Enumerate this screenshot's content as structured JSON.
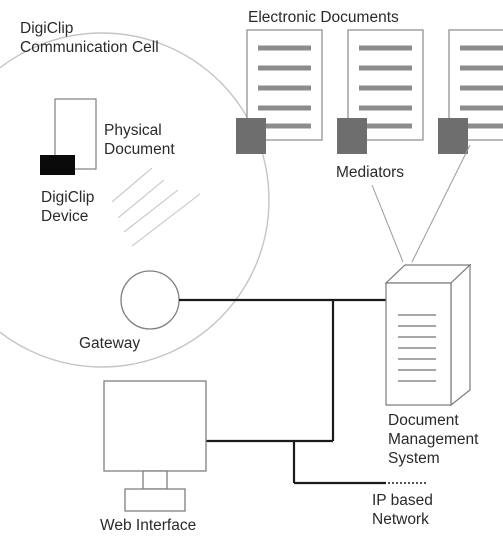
{
  "diagram": {
    "cell_title": [
      "DigiClip",
      "Communication Cell"
    ],
    "electronic_documents_label": "Electronic Documents",
    "physical_document_label": [
      "Physical",
      "Document"
    ],
    "device_label": [
      "DigiClip",
      "Device"
    ],
    "mediators_label": "Mediators",
    "gateway_label": "Gateway",
    "dms_label": [
      "Document",
      "Management",
      "System"
    ],
    "network_label": [
      "IP based",
      "Network"
    ],
    "web_interface_label": "Web Interface",
    "colors": {
      "line": "#1a1a1a",
      "light_line": "#bdbdbd",
      "doc_bars": "#8c8c8c",
      "mediator": "#6e6e6e",
      "device": "#0a0a0a",
      "outline": "#808080"
    }
  }
}
